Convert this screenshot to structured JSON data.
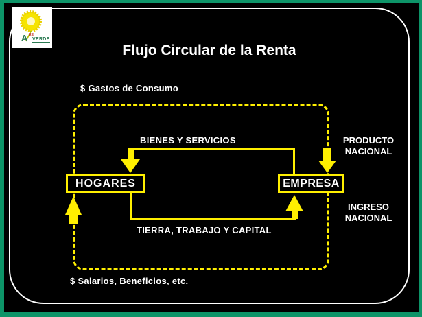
{
  "slide": {
    "title": "Flujo Circular de la Renta",
    "colors": {
      "background": "#000000",
      "frame_green": "#0d9468",
      "accent_yellow": "#ffef00",
      "text_white": "#ffffff",
      "border_white": "#ffffff"
    }
  },
  "logo": {
    "letter_a": "A",
    "superscript": "RE",
    "wordmark": "VERDE"
  },
  "diagram": {
    "outer_top_label": "$ Gastos de Consumo",
    "outer_bottom_label": "$ Salarios, Beneficios, etc.",
    "inner_top_label": "BIENES Y SERVICIOS",
    "inner_bottom_label": "TIERRA, TRABAJO Y CAPITAL",
    "right_top_label": "PRODUCTO NACIONAL",
    "right_bottom_label": "INGRESO NACIONAL",
    "node_households": "HOGARES",
    "node_firms": "EMPRESA"
  }
}
